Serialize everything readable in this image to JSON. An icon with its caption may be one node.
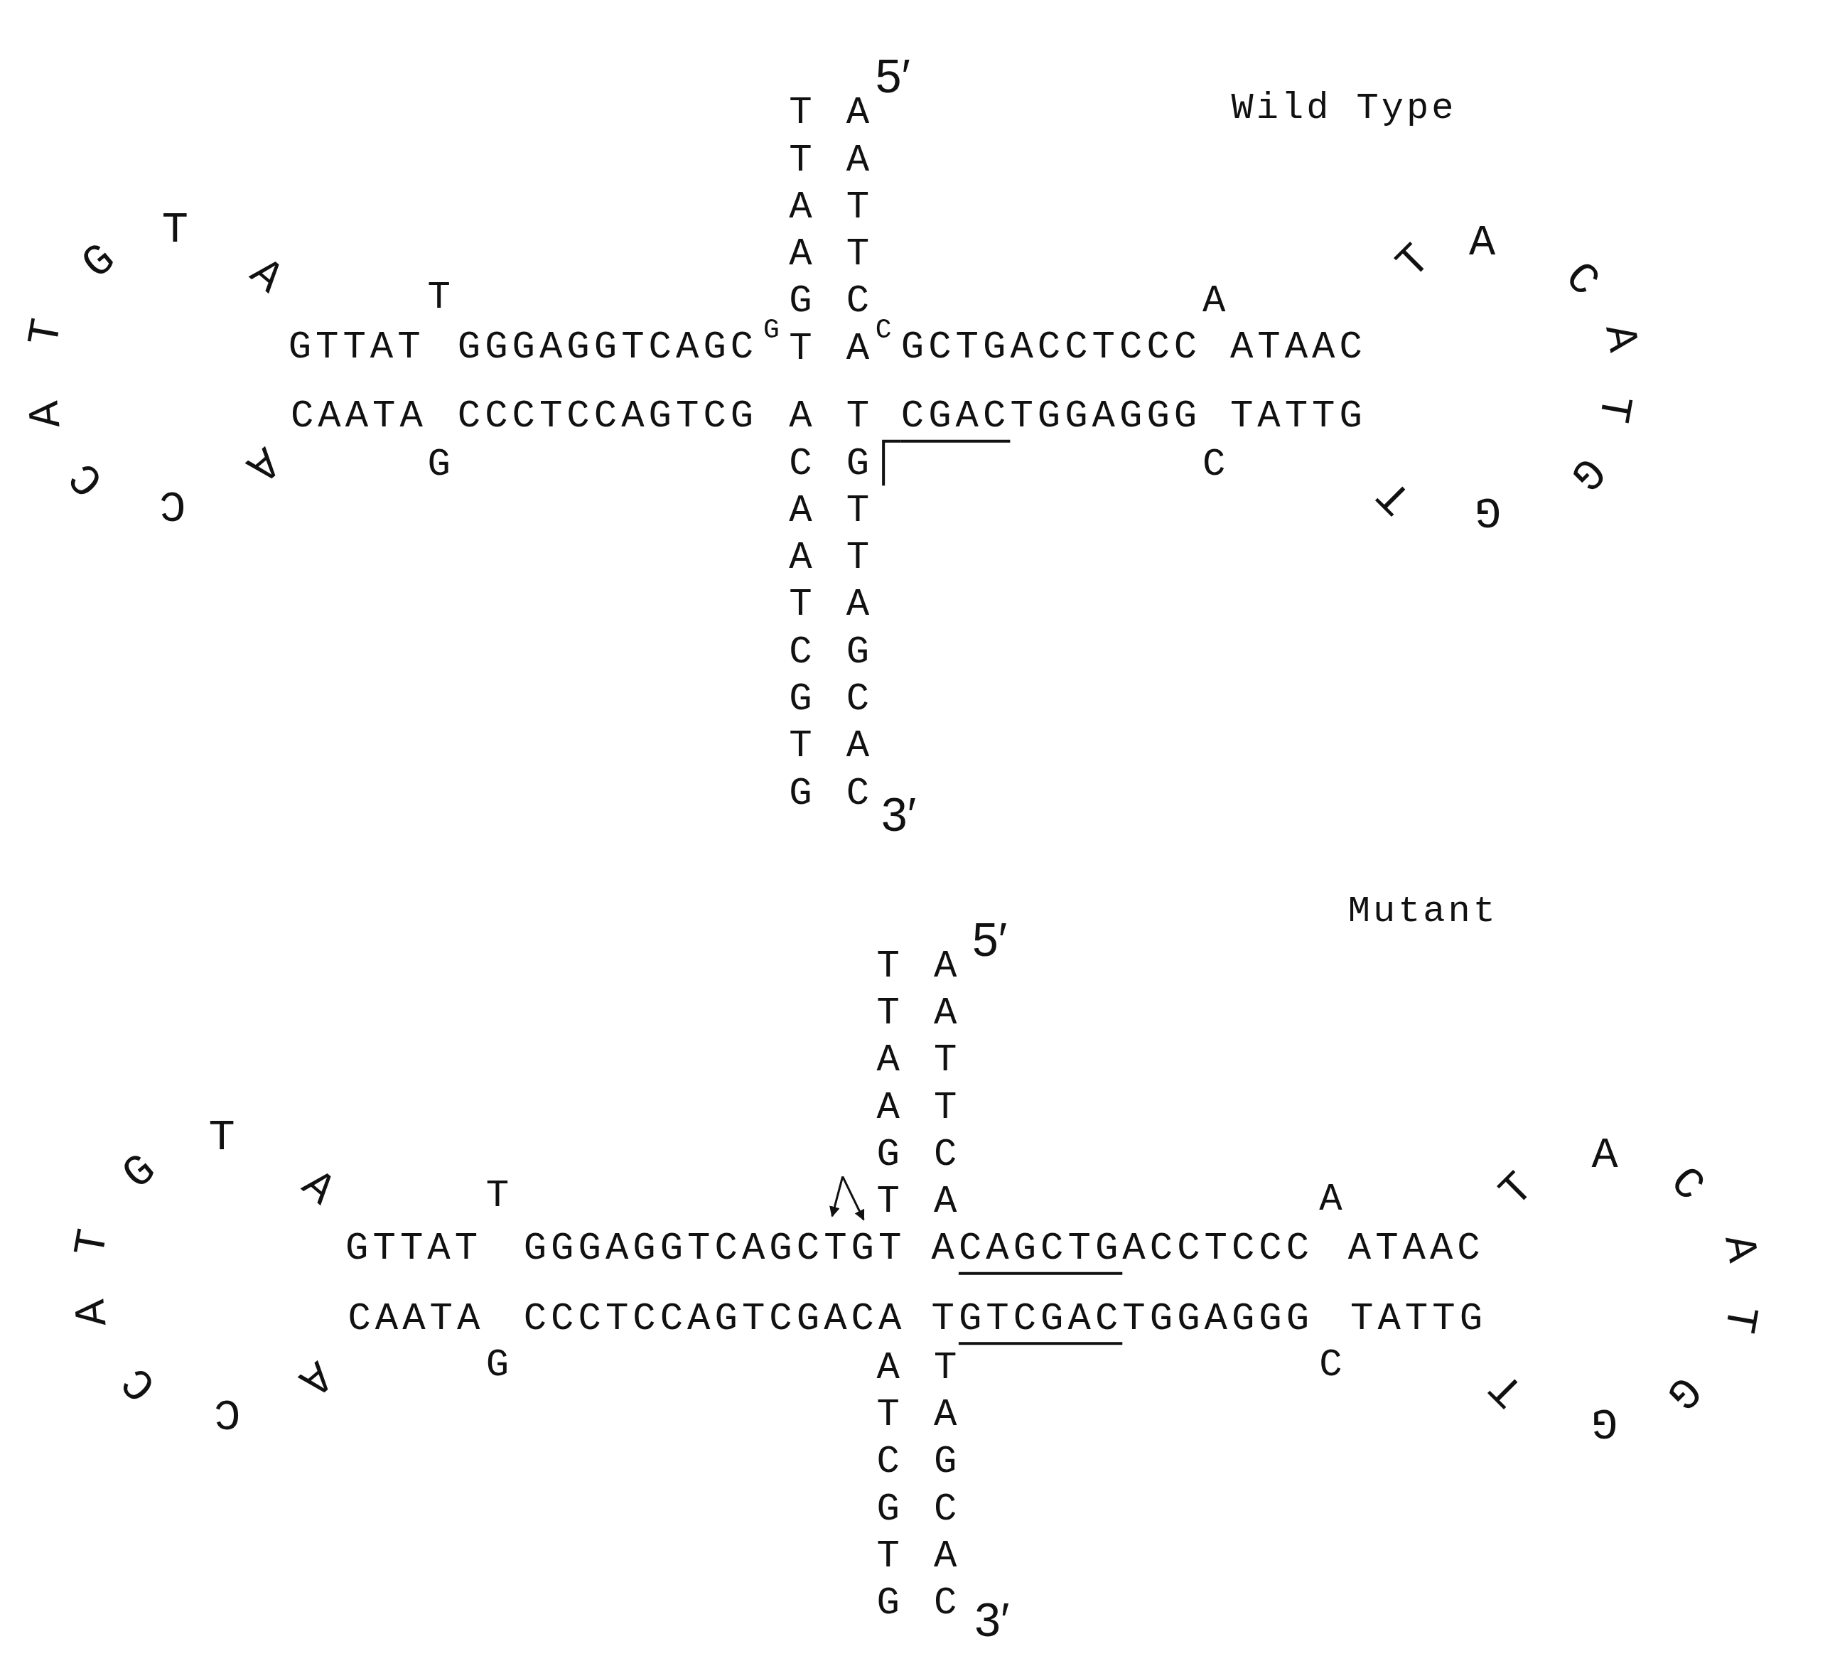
{
  "diagram": {
    "labels": [
      "5′",
      "Wild Type",
      "TTAAGT",
      "AATTCA",
      "T",
      "G",
      "A",
      "T",
      "A",
      "A",
      "C",
      "C",
      "T",
      "GTTAT",
      "GGGAGGTCAGC",
      "G",
      "C",
      "GCTGACCTCCC",
      "A",
      "ATAAC",
      "CAATA",
      "CCCTCCAGTCG",
      "CGACTGGAGGG",
      "TATTG",
      "G",
      "C",
      "A",
      "T",
      "C",
      "A",
      "T",
      "G",
      "T",
      "G",
      "ACAATCGTG",
      "TGTTAGCAC",
      "3′",
      "Mutant",
      "5′",
      "TTAAGT",
      "AATTCA",
      "T",
      "G",
      "A",
      "T",
      "A",
      "C",
      "A",
      "C",
      "T",
      "GTTAT",
      "GGGAGGTCAGCTGT",
      "ACAGCTGACCTCCC",
      "A",
      "ATAAC",
      "CAATA",
      "CCCTCCAGTCGACA",
      "TGTCGACTGGAGGG",
      "TATTG",
      "G",
      "C",
      "A",
      "T",
      "C",
      "A",
      "T",
      "T",
      "G",
      "G",
      "ATCGTG",
      "TAGCAC",
      "3′"
    ]
  }
}
